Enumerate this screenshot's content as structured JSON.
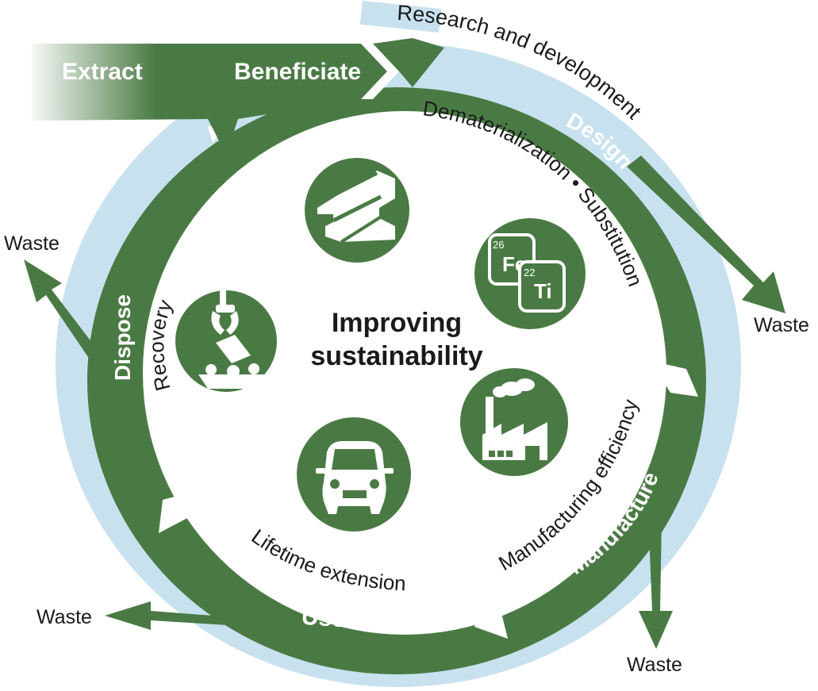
{
  "center_title": [
    "Improving",
    "sustainability"
  ],
  "stages": {
    "extract": "Extract",
    "beneficiate": "Beneficiate",
    "design": "Design",
    "manufacture": "Manufacture",
    "use": "Use",
    "dispose": "Dispose"
  },
  "strategies": {
    "research": "Research and development",
    "dematerialization": "Dematerialization • Substitution",
    "manufacturing_efficiency": "Manufacturing efficiency",
    "lifetime_extension": "Lifetime extension",
    "recovery": "Recovery"
  },
  "waste": {
    "left_top": "Waste",
    "right": "Waste",
    "bottom": "Waste",
    "left_bottom": "Waste"
  },
  "elements": {
    "fe": {
      "number": "26",
      "symbol": "Fe"
    },
    "ti": {
      "number": "22",
      "symbol": "Ti"
    }
  },
  "colors": {
    "green": "#4a7a44",
    "light_blue": "#c8e1ef",
    "white": "#ffffff",
    "text": "#1a1a1a"
  },
  "icons": [
    "steel-beam-icon",
    "periodic-elements-icon",
    "factory-icon",
    "car-icon",
    "recovery-claw-icon"
  ]
}
